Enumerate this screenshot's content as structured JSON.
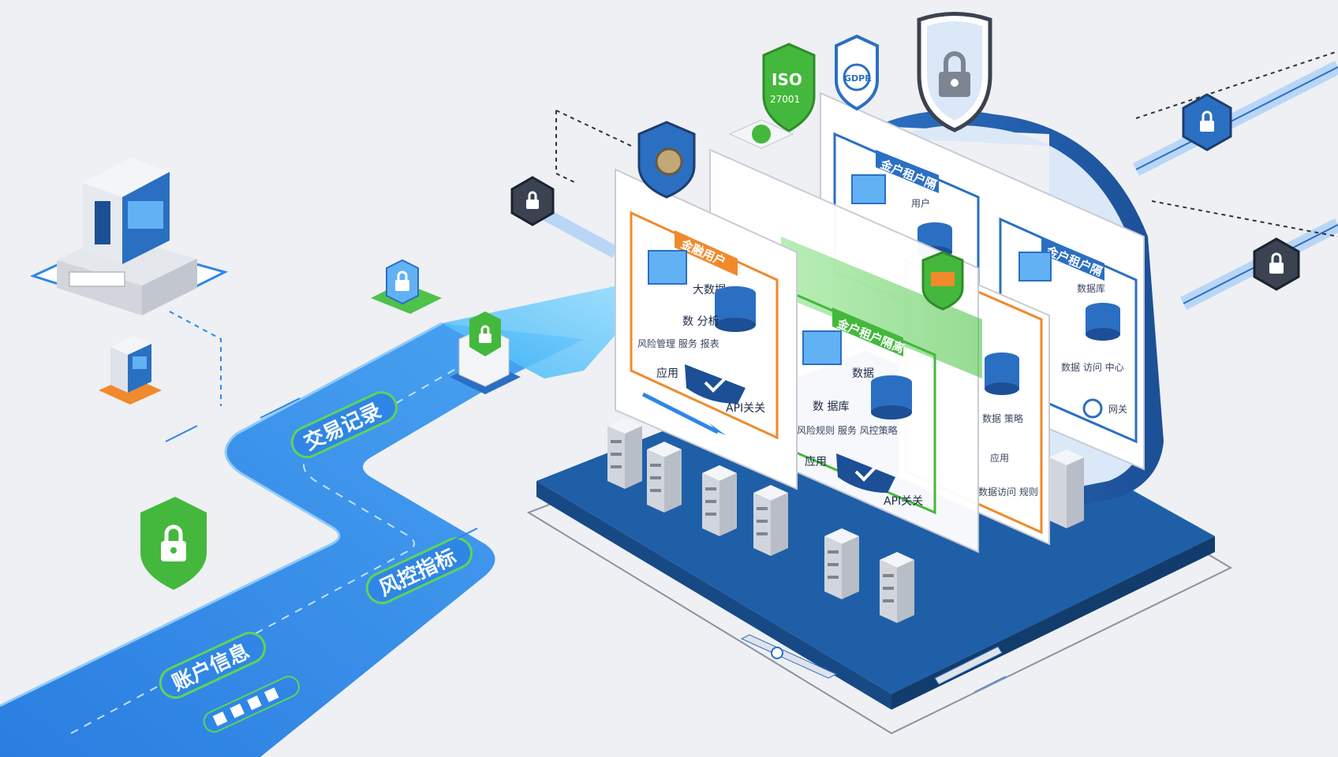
{
  "road_labels": {
    "transactions": "交易记录",
    "risk": "风控指标",
    "account": "账户信息"
  },
  "badges": {
    "iso": "ISO",
    "iso_number": "27001",
    "gdpr": "GDPR"
  },
  "panels": {
    "front": {
      "tenant_title": "金融用户",
      "data_label": "大数据",
      "text_line_1": "数 分析",
      "text_line_2": "风险管理 服务 报表",
      "app_label": "应用",
      "gateway": "API关关"
    },
    "middle": {
      "tenant_title": "金户租户隔离",
      "data_label": "数据",
      "text_line_1": "数 据库",
      "text_line_2": "风险规则 服务 风控策略",
      "app_label": "应用",
      "gateway": "API关关"
    },
    "back_left": {
      "tenant_title": "金户租户隔",
      "data_label": "用户"
    },
    "back_right": {
      "tenant_title": "金户租户隔",
      "data_label": "数据库",
      "text_line": "数据 访问 中心",
      "gateway": "网关"
    },
    "side_strip": {
      "line_1": "数据 策略",
      "line_2": "应用",
      "line_3": "数据访问 规则"
    }
  },
  "colors": {
    "road": "#2f86e6",
    "road_light": "#63b1f5",
    "platform": "#1f5fa8",
    "accent_green": "#44b83c",
    "accent_orange": "#f08a2c",
    "accent_blue": "#2b6fc2",
    "background": "#eef0f3"
  },
  "icons": {
    "lock": "lock-icon",
    "shield": "shield-icon",
    "database": "database-icon",
    "server": "server-icon",
    "check": "check-icon"
  }
}
